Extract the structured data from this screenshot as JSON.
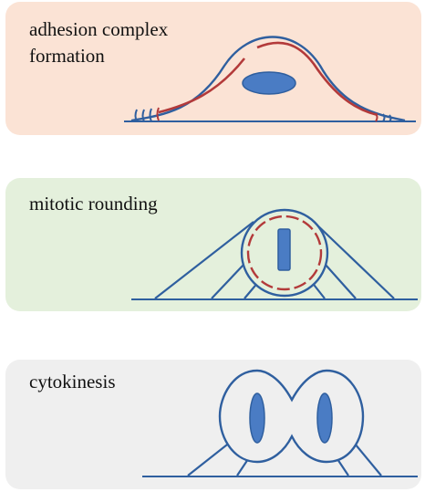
{
  "panels": [
    {
      "label_line1": "adhesion complex",
      "label_line2": "formation"
    },
    {
      "label": "mitotic rounding"
    },
    {
      "label": "cytokinesis"
    }
  ],
  "colors": {
    "panel1_bg": "#fbe3d5",
    "panel2_bg": "#e4f0dc",
    "panel3_bg": "#efefef",
    "membrane": "#2f5f9f",
    "nucleus": "#4a7cc4",
    "adhesion_red": "#b33a3a"
  },
  "icons": [
    "cell-spread-diagram",
    "cell-rounded-diagram",
    "cell-dividing-diagram"
  ]
}
